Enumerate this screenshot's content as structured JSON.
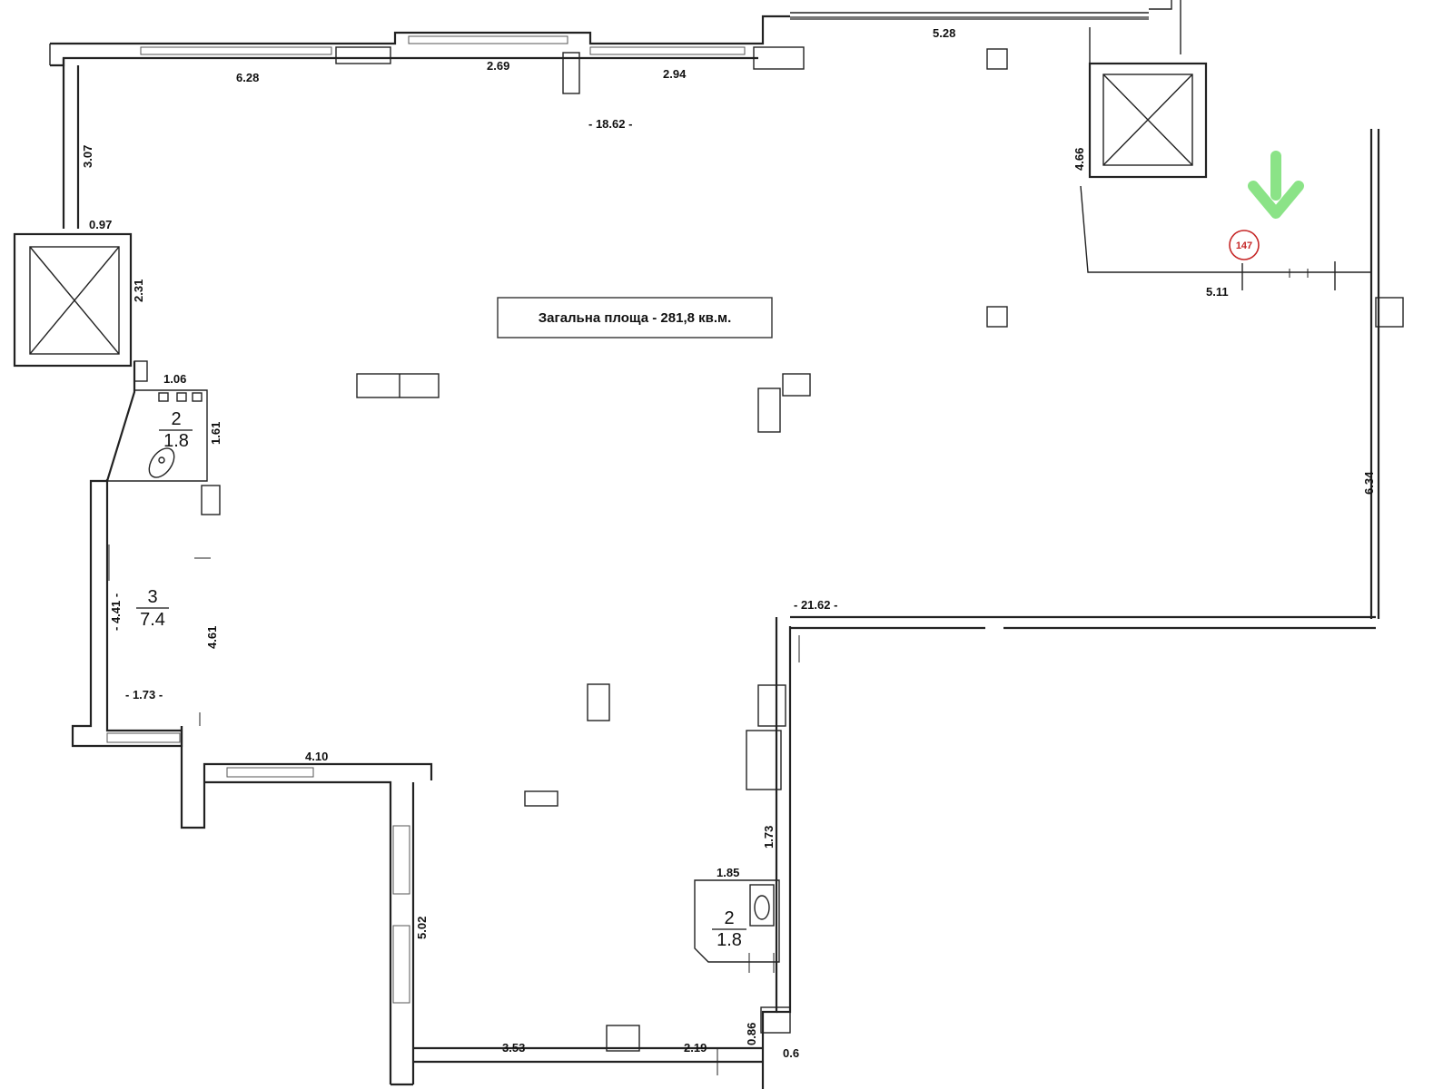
{
  "plan": {
    "total_area_label": "Загальна площа - 281,8 кв.м.",
    "marker": "147",
    "rooms": [
      {
        "number": "2",
        "area": "1.8"
      },
      {
        "number": "3",
        "area": "7.4"
      },
      {
        "number": "2",
        "area": "1.8"
      }
    ],
    "dimensions": {
      "top_left": "6.28",
      "top_mid": "2.69",
      "top_mid2": "2.94",
      "top_right": "5.28",
      "inner_top": "- 18.62 -",
      "left_shaft": "3.07",
      "elevator_left_top": "0.97",
      "elevator_left_side": "2.31",
      "wc_top": "1.06",
      "wc_side": "1.61",
      "room3_left": "- 4.41 -",
      "room3_right": "4.61",
      "room3_bottom": "- 1.73 -",
      "lower_left_wall": "4.10",
      "lower_left_vertical": "5.02",
      "bottom_left": "3.53",
      "bottom_right": "2.19",
      "bottom_small_a": "0.86",
      "bottom_small_b": "0.6",
      "wc2_top": "1.85",
      "wc2_side": "1.73",
      "mid_long": "- 21.62 -",
      "right_vertical": "6.34",
      "elevator_right_side": "4.66",
      "partition": "5.11"
    }
  },
  "colors": {
    "wall": "#222222",
    "arrow": "#7ee07a",
    "marker": "#c62828"
  }
}
